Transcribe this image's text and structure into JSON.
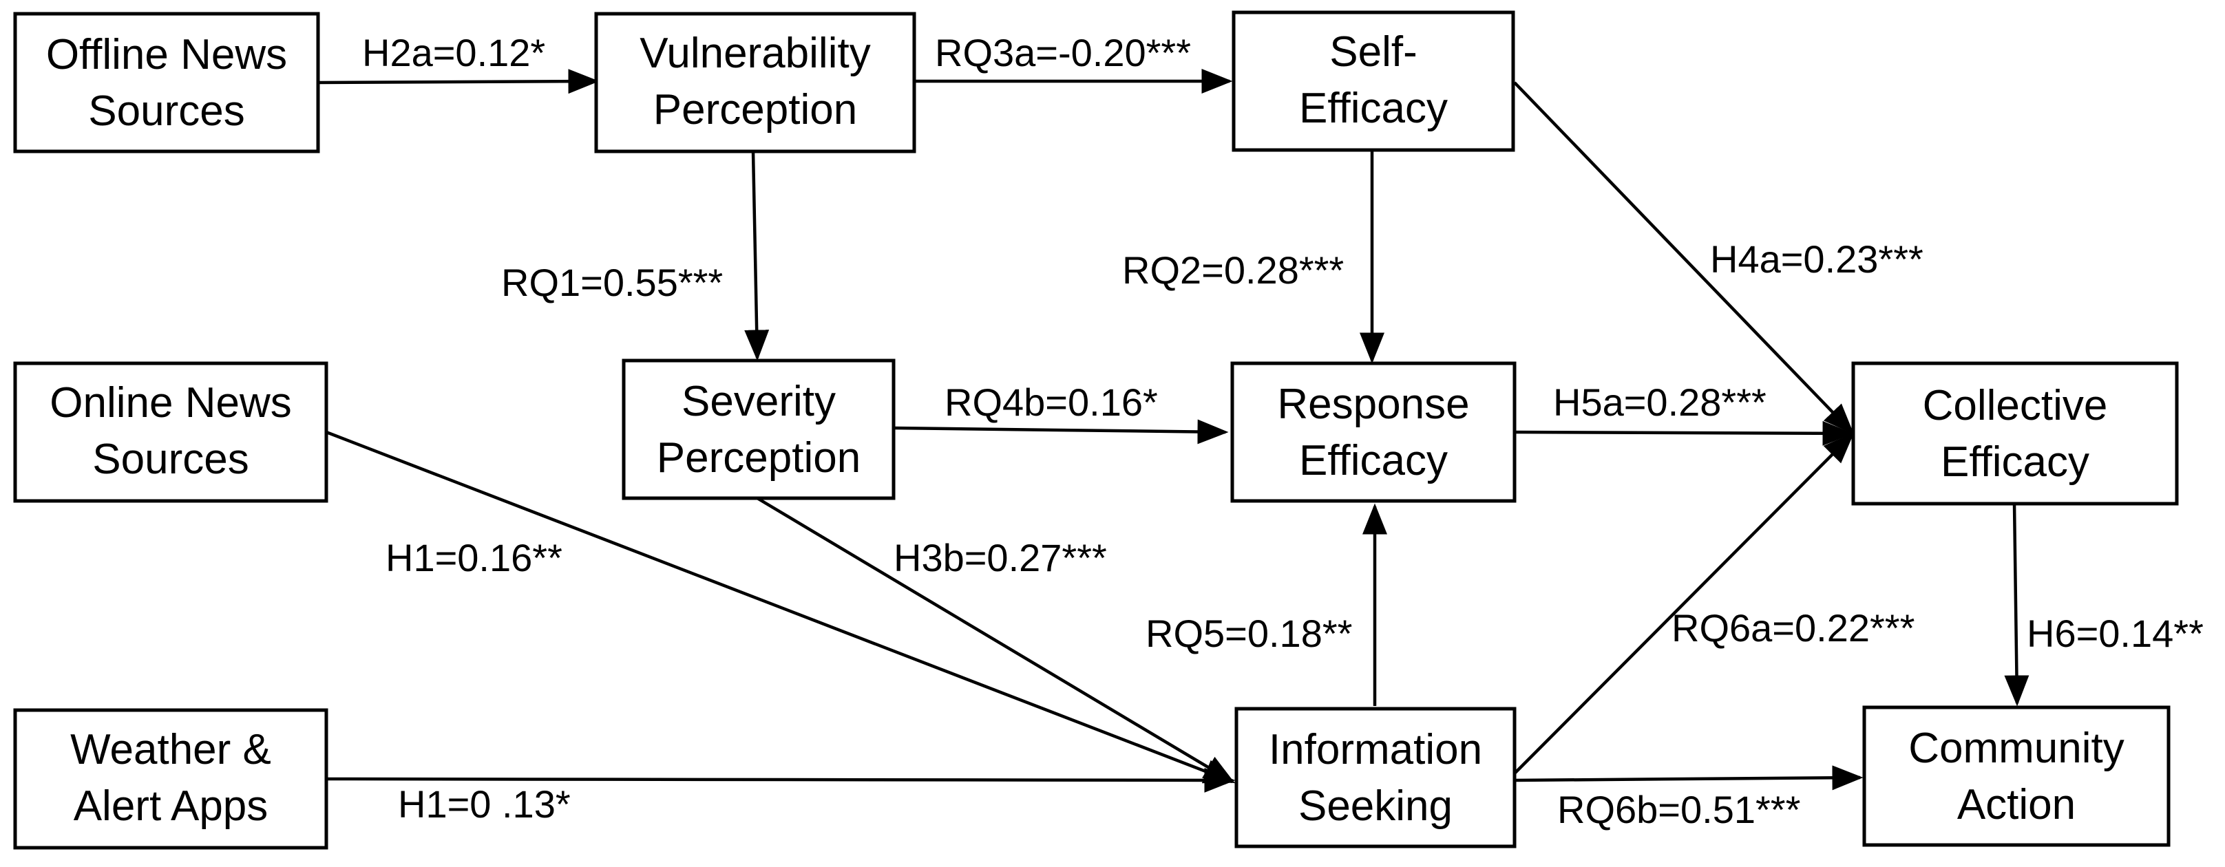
{
  "nodes": {
    "offline": {
      "line1": "Offline News",
      "line2": "Sources"
    },
    "vulnerability": {
      "line1": "Vulnerability",
      "line2": "Perception"
    },
    "self_efficacy": {
      "line1": "Self-",
      "line2": "Efficacy"
    },
    "online": {
      "line1": "Online News",
      "line2": "Sources"
    },
    "severity": {
      "line1": "Severity",
      "line2": "Perception"
    },
    "response": {
      "line1": "Response",
      "line2": "Efficacy"
    },
    "collective": {
      "line1": "Collective",
      "line2": "Efficacy"
    },
    "weather": {
      "line1": "Weather &",
      "line2": "Alert Apps"
    },
    "info_seeking": {
      "line1": "Information",
      "line2": "Seeking"
    },
    "community": {
      "line1": "Community",
      "line2": "Action"
    }
  },
  "edges": {
    "h2a": "H2a=0.12*",
    "rq3a": "RQ3a=-0.20***",
    "rq1": "RQ1=0.55***",
    "rq2": "RQ2=0.28***",
    "h4a": "H4a=0.23***",
    "rq4b": "RQ4b=0.16*",
    "h5a": "H5a=0.28***",
    "h1_online": "H1=0.16**",
    "h3b": "H3b=0.27***",
    "rq5": "RQ5=0.18**",
    "rq6a": "RQ6a=0.22***",
    "h6": "H6=0.14**",
    "h1_weather": "H1=0 .13*",
    "rq6b": "RQ6b=0.51***"
  }
}
